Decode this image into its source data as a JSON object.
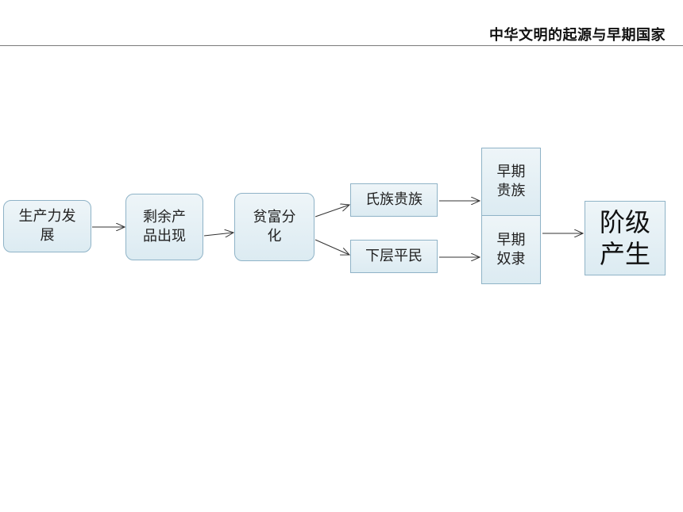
{
  "header": {
    "title": "中华文明的起源与早期国家"
  },
  "diagram": {
    "nodes": {
      "productivity": "生产力发\n展",
      "surplus": "剩余产\n品出现",
      "polarization": "贫富分\n化",
      "clan_nobles": "氏族贵族",
      "commoners": "下层平民",
      "early_nobles": "早期\n贵族",
      "early_slaves": "早期\n奴隶",
      "class_emerges": "阶级\n产生"
    }
  },
  "colors": {
    "box_border": "#8fb3c7",
    "box_fill_top": "#eef5f8",
    "box_fill_bottom": "#dcebf2",
    "arrow": "#333333"
  }
}
